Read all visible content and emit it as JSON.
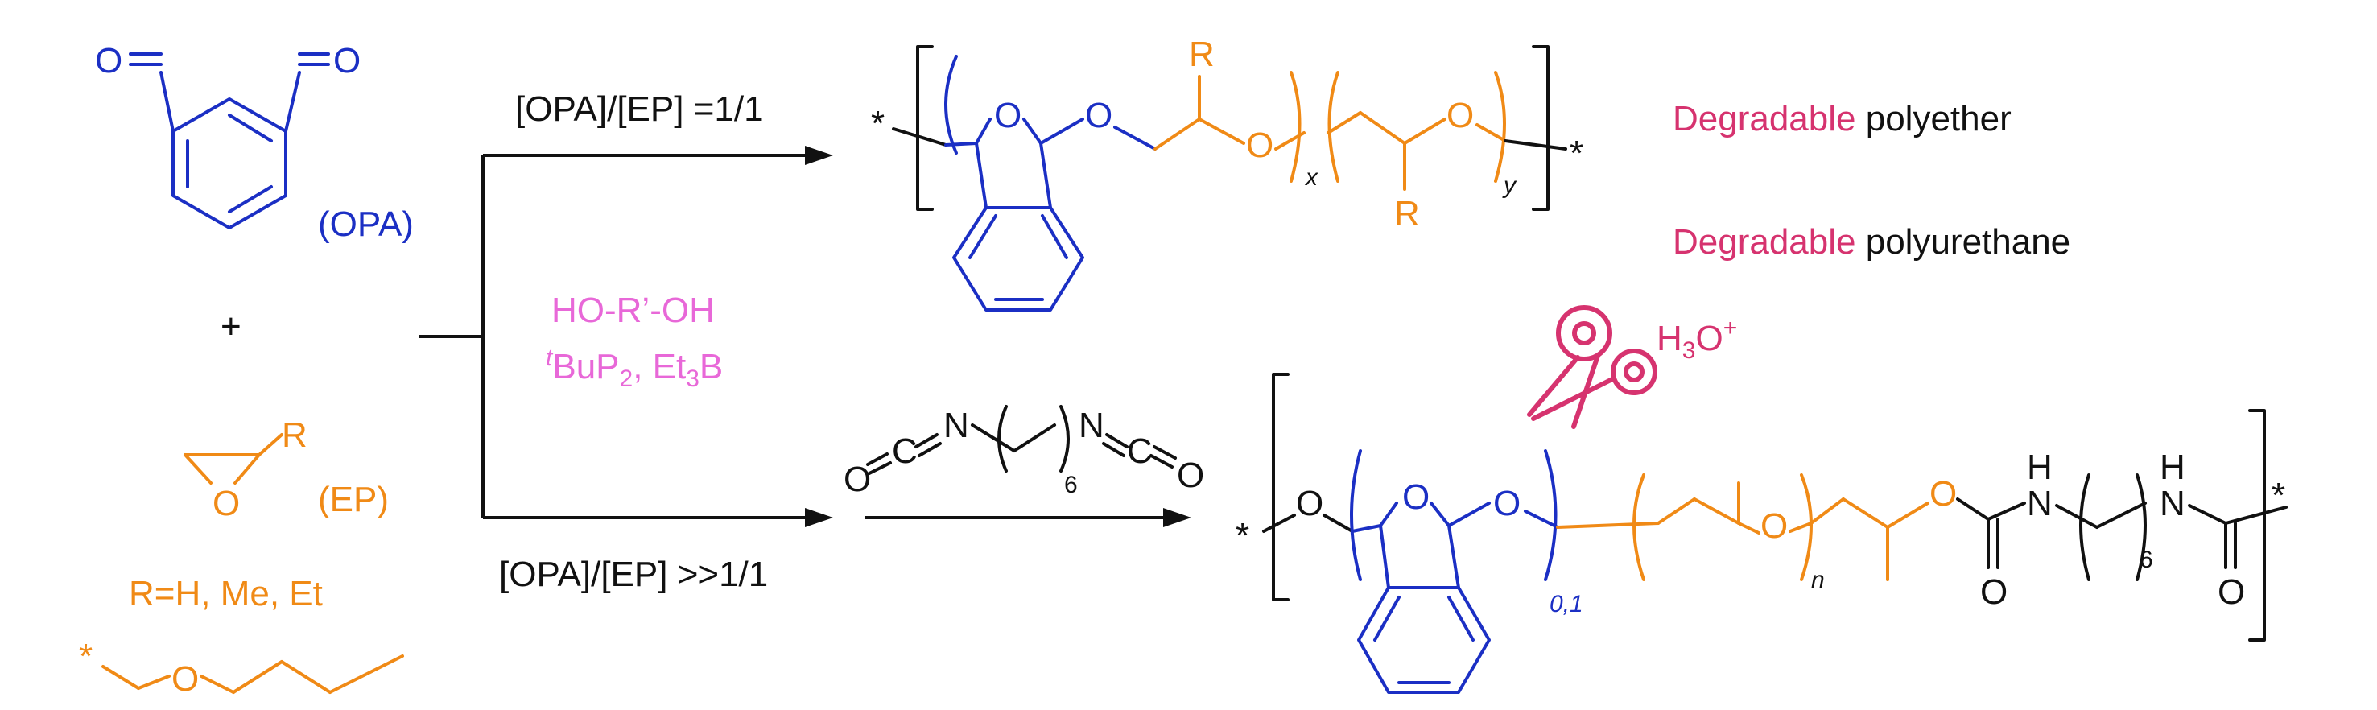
{
  "colors": {
    "opa_blue": "#1b2fc4",
    "ep_orange": "#f08a16",
    "catalyst_pink": "#e868d8",
    "degradable_magenta": "#d6336f",
    "text_black": "#111111"
  },
  "reactants": {
    "opa_label": "(OPA)",
    "opa_atom_o": "O",
    "plus": "+",
    "ep_label": "(EP)",
    "ep_atom_o": "O",
    "ep_atom_r": "R",
    "r_groups": "R=H, Me, Et",
    "side_chain_star": "*",
    "side_chain_o": "O"
  },
  "conditions": {
    "ratio_top": "[OPA]/[EP] =1/1",
    "ratio_bottom": "[OPA]/[EP] >>1/1",
    "initiator": "HO-R’-OH",
    "catalyst_super": "t",
    "catalyst_main": "BuP",
    "catalyst_sub1": "2",
    "catalyst_rest": ", Et",
    "catalyst_sub2": "3",
    "catalyst_end": "B"
  },
  "diisocyanate": {
    "o": "O",
    "c": "C",
    "n": "N",
    "sub6": "6"
  },
  "top_product": {
    "star": "*",
    "o": "O",
    "r": "R",
    "sub_x": "x",
    "sub_y": "y"
  },
  "bottom_product": {
    "star": "*",
    "o": "O",
    "sub_01": "0,1",
    "sub_n": "n",
    "n": "N",
    "h": "H",
    "sub6": "6"
  },
  "labels": {
    "polyether_prefix": "Degradable",
    "polyether_suffix": " polyether",
    "polyurethane_prefix": "Degradable",
    "polyurethane_suffix": " polyurethane",
    "hydrolysis_main": "H",
    "hydrolysis_sub": "3",
    "hydrolysis_o": "O",
    "hydrolysis_sup": "+"
  },
  "icons": {
    "scissors": "scissors-icon"
  }
}
